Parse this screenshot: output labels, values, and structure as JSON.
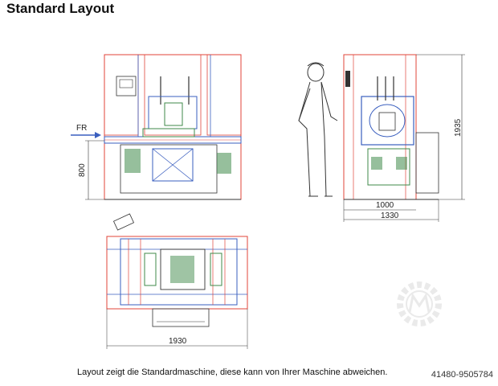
{
  "title": "Standard Layout",
  "caption": "Layout zeigt die Standardmaschine, diese kann von Ihrer Maschine abweichen.",
  "reference_id": "41480-9505784",
  "front_view": {
    "flow_label": "FR",
    "height_dimension": "800"
  },
  "side_view": {
    "height_dimension": "1935",
    "inner_width_dimension": "1000",
    "outer_width_dimension": "1330"
  },
  "top_view": {
    "width_dimension": "1930"
  },
  "colors": {
    "outline_red": "#e0443a",
    "machine_blue": "#3a5fbf",
    "machine_green": "#3f8a4a",
    "machine_dark": "#333333",
    "watermark": "#d9d9d9"
  }
}
